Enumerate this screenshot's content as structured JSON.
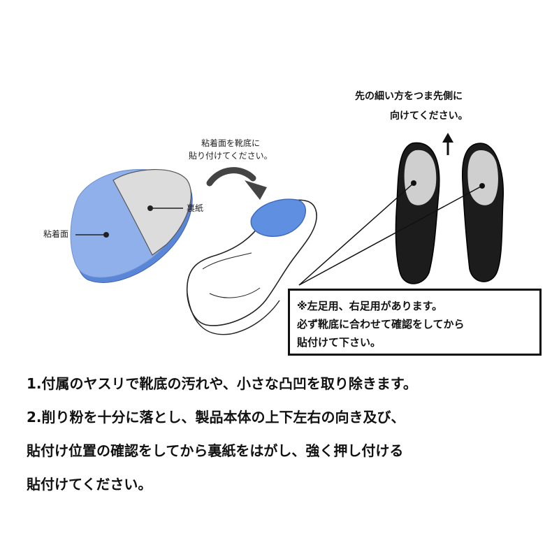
{
  "labels": {
    "adhesive_surface": "粘着面",
    "backing_paper": "裏紙",
    "stick_line1": "粘着面を靴底に",
    "stick_line2": "貼り付けてください。",
    "toe_line1": "先の細い方をつま先側に",
    "toe_line2": "向けてください。"
  },
  "note": {
    "line1": "※左足用、右足用があります。",
    "line2": "必ず靴底に合わせて確認をしてから",
    "line3": "貼付けて下さい。"
  },
  "instructions": {
    "line1": "1.付属のヤスリで靴底の汚れや、小さな凸凹を取り除きます。",
    "line2": "2.削り粉を十分に落とし、製品本体の上下左右の向き及び、",
    "line3": "貼付け位置の確認をしてから裏紙をはがし、強く押し付ける",
    "line4": "貼付けてください。"
  },
  "colors": {
    "pad_blue": "#8fb0ea",
    "pad_blue_dark": "#5a86d8",
    "backing_gray": "#dcdcdc",
    "insole_black": "#1c1c1c",
    "heel_patch_gray": "#cfcfcf"
  }
}
